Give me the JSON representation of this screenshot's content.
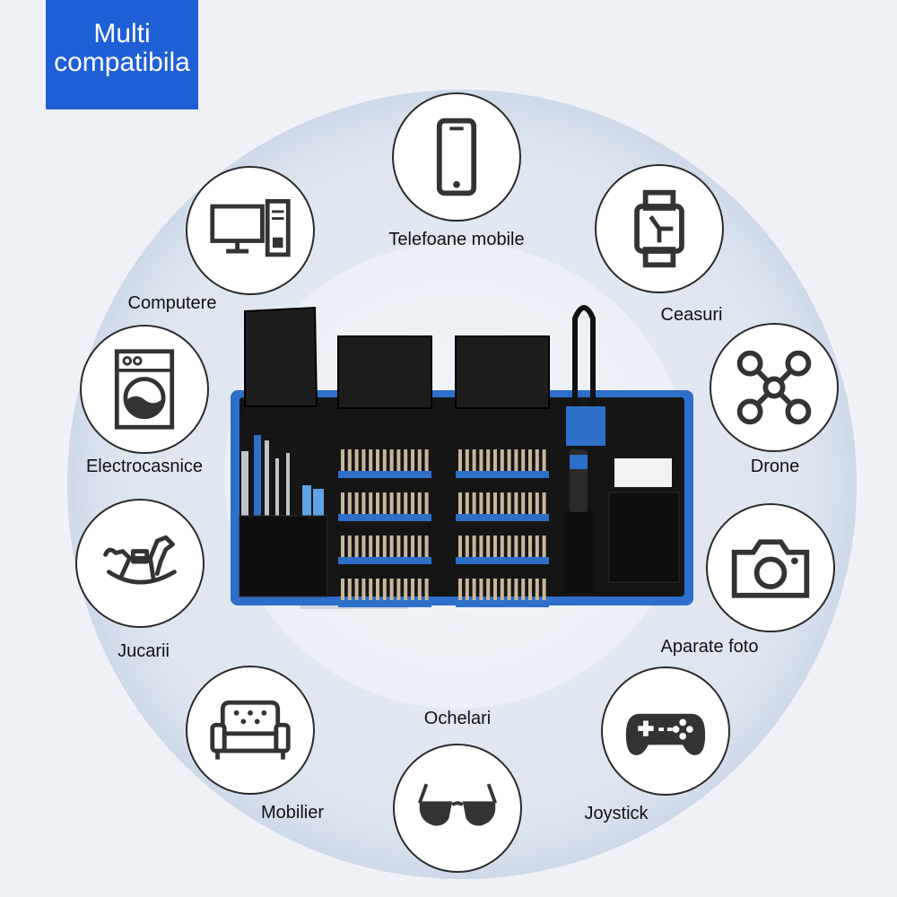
{
  "badge": {
    "line1": "Multi",
    "line2": "compatibila"
  },
  "categories": [
    {
      "label": "Telefoane mobile",
      "icon": "phone-icon"
    },
    {
      "label": "Ceasuri",
      "icon": "watch-icon"
    },
    {
      "label": "Computere",
      "icon": "computer-icon"
    },
    {
      "label": "Electrocasnice",
      "icon": "washing-machine-icon"
    },
    {
      "label": "Drone",
      "icon": "drone-icon"
    },
    {
      "label": "Jucarii",
      "icon": "rocking-horse-icon"
    },
    {
      "label": "Aparate foto",
      "icon": "camera-icon"
    },
    {
      "label": "Ochelari",
      "icon": "sunglasses-icon"
    },
    {
      "label": "Mobilier",
      "icon": "sofa-icon"
    },
    {
      "label": "Joystick",
      "icon": "gamepad-icon"
    }
  ],
  "product": {
    "icon": "screwdriver-kit-image"
  },
  "colors": {
    "accent": "#1f5fd6",
    "kit_blue": "#2d6fc9",
    "stroke": "#333333"
  }
}
